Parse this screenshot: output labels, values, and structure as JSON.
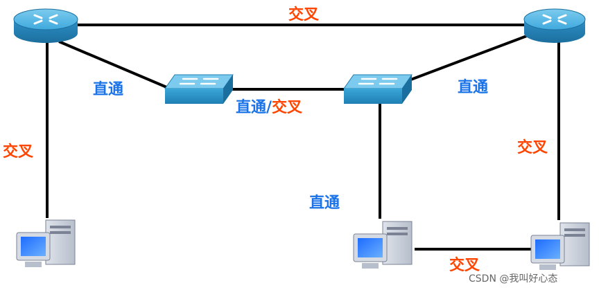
{
  "labels": {
    "top_link": "交叉",
    "left_router_switch": "直通",
    "switch_switch": "直通/交叉",
    "right_router_switch": "直通",
    "left_vertical": "交叉",
    "right_vertical": "交叉",
    "switch_pc": "直通",
    "pc_pc": "交叉"
  },
  "watermark": "CSDN @我叫好心态",
  "colors": {
    "cross": "#ff4500",
    "straight": "#1a73e8",
    "cable": "#000000"
  }
}
